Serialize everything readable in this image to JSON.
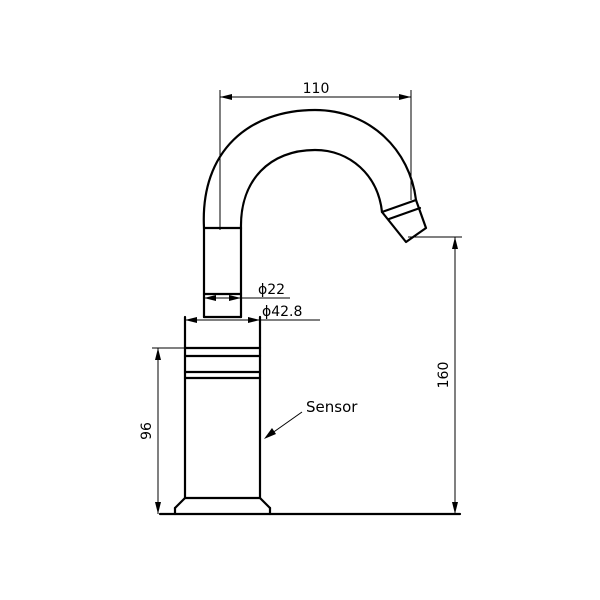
{
  "dimensions": {
    "spout_reach": "110",
    "spout_height": "160",
    "body_height": "96",
    "pipe_diameter": "ϕ22",
    "body_diameter": "ϕ42.8"
  },
  "callouts": {
    "sensor": "Sensor"
  }
}
